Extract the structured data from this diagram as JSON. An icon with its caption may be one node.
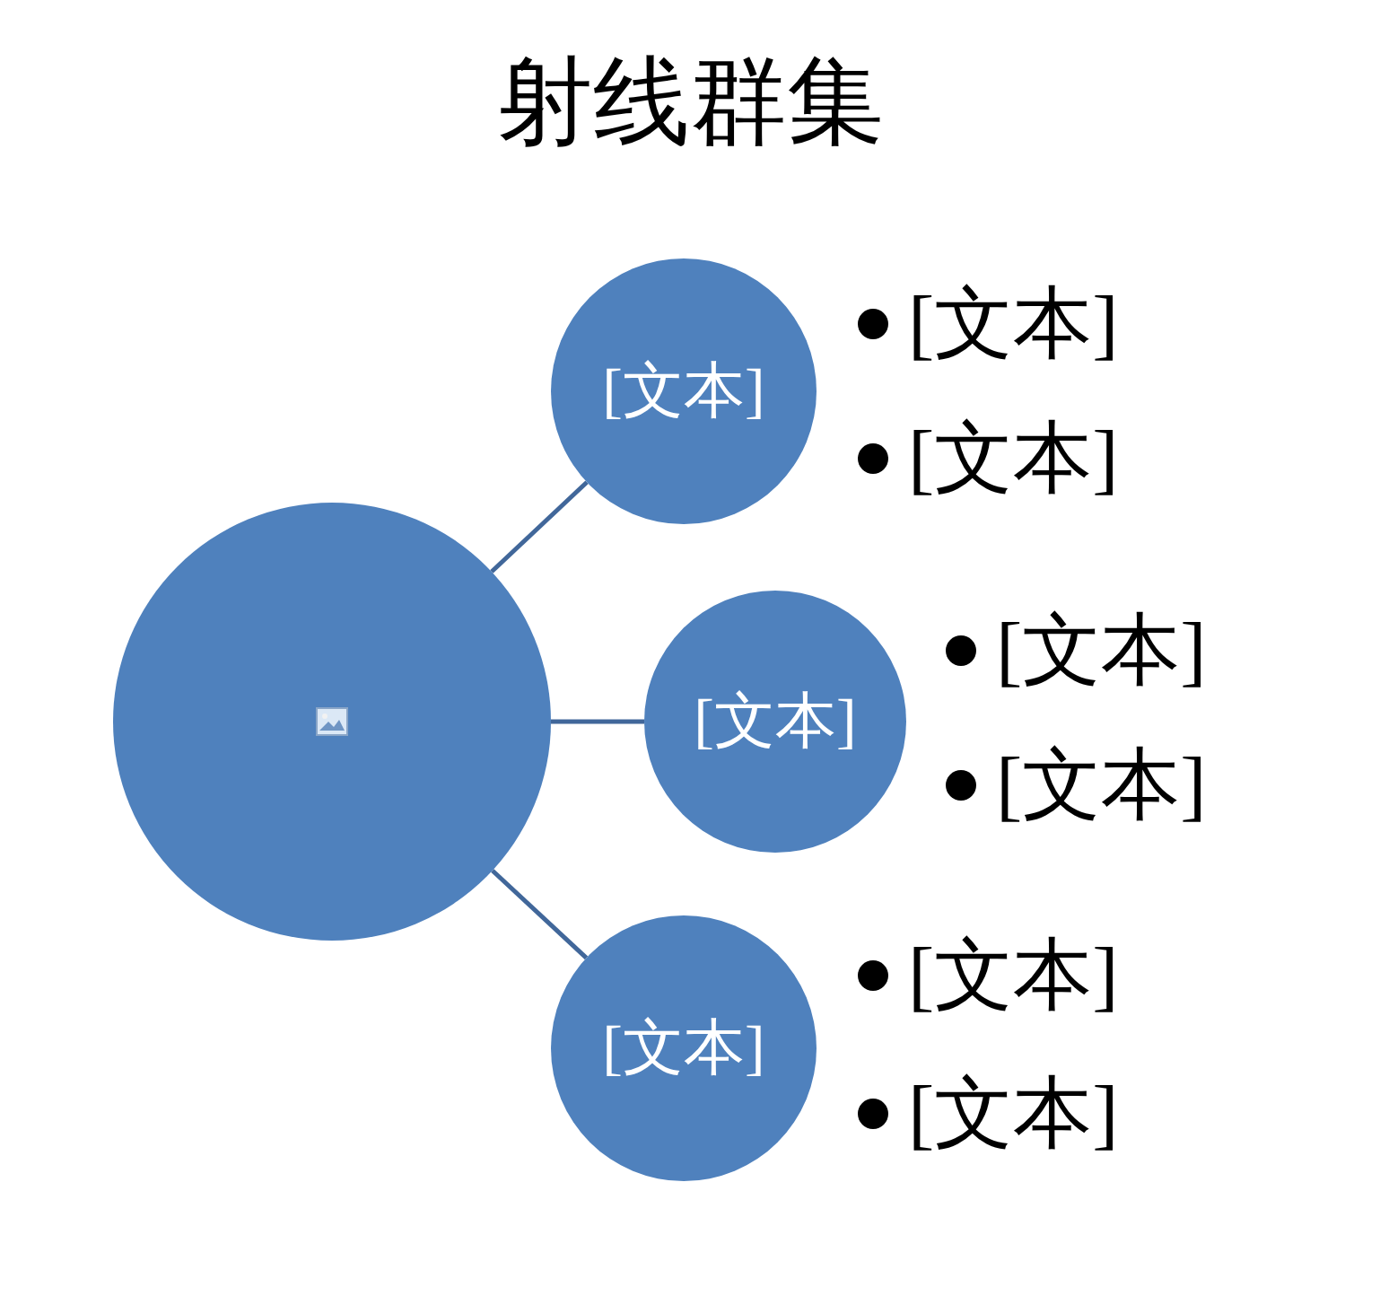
{
  "diagram": {
    "title": "射线群集",
    "nodes": [
      {
        "text": [],
        "shape": "circle"
      },
      {
        "text": [
          "[文本]"
        ],
        "beside": [
          "[文本]",
          "[文本]"
        ]
      },
      {
        "text": [
          "[文本]"
        ],
        "beside": [
          "[文本]",
          "[文本]"
        ]
      },
      {
        "text": [
          "[文本]"
        ],
        "beside": [
          "[文本]",
          "[文本]"
        ]
      }
    ],
    "edges": [
      {
        "from": 0,
        "to": 1,
        "arrow": "none"
      },
      {
        "from": 0,
        "to": 2,
        "arrow": "none"
      },
      {
        "from": 0,
        "to": 3,
        "arrow": "none"
      }
    ]
  }
}
